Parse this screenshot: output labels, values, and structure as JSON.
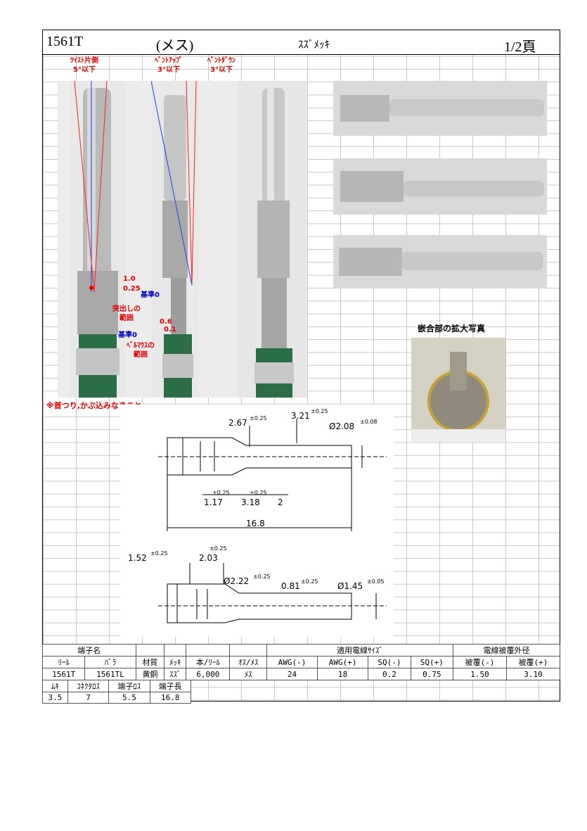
{
  "header": {
    "part_no": "1561T",
    "type": "(メス)",
    "plating": "ｽｽﾞﾒｯｷ",
    "page": "1/2頁"
  },
  "annotations": {
    "twist_label": "ﾂｲｽﾄ片側",
    "twist_value": "5°以下",
    "bend_up_label": "ﾍﾞﾝﾄｱｯﾌﾟ",
    "bend_up_value": "3°以下",
    "bend_down_label": "ﾍﾞﾝﾄﾀﾞｳﾝ",
    "bend_down_value": "3°以下",
    "dim_1_0": "1.0",
    "dim_0_25": "0.25",
    "datum_1": "基準0",
    "protrusion_label": "突出しの",
    "protrusion_label2": "範囲",
    "dim_0_6": "0.6",
    "dim_0_1": "0.1",
    "datum_2": "基準0",
    "bellmouth_label": "ﾍﾞﾙﾏｳｽの",
    "bellmouth_label2": "範囲",
    "note": "※首つり,かぶ込みなきこと",
    "closeup_title": "嵌合部の拡大写真"
  },
  "drawing": {
    "d_267": "2.67",
    "tol_025a": "±0.25",
    "d_321": "3.21",
    "tol_025b": "±0.25",
    "d_208": "Ø2.08",
    "tol_008": "±0.08",
    "tol_025c": "±0.25",
    "tol_025d": "±0.25",
    "d_117": "1.17",
    "d_318": "3.18",
    "d_2": "2",
    "d_168": "16.8",
    "d_152": "1.52",
    "tol_025e": "±0.25",
    "tol_025f": "±0.25",
    "d_203": "2.03",
    "d_222": "Ø2.22",
    "tol_025g": "±0.25",
    "d_081": "0.81",
    "tol_025h": "±0.25",
    "d_145": "Ø1.45",
    "tol_005": "±0.05"
  },
  "spec": {
    "group_name": "端子名",
    "col_reel": "ﾘｰﾙ",
    "col_bara": "ﾊﾞﾗ",
    "col_material": "材質",
    "col_plating": "ﾒｯｷ",
    "col_per_reel": "本/ﾘｰﾙ",
    "col_mf": "ｵｽ/ﾒｽ",
    "group_wire": "適用電線ｻｲｽﾞ",
    "col_awg_min": "AWG(-)",
    "col_awg_max": "AWG(+)",
    "col_sq_min": "SQ(-)",
    "col_sq_max": "SQ(+)",
    "group_insul": "電線被覆外径",
    "col_ins_min": "被覆(-)",
    "col_ins_max": "被覆(+)",
    "val_reel": "1561T",
    "val_bara": "1561TL",
    "val_material": "黄銅",
    "val_plating": "ｽｽﾞ",
    "val_per_reel": "6,000",
    "val_mf": "ﾒｽ",
    "val_awg_min": "24",
    "val_awg_max": "18",
    "val_sq_min": "0.2",
    "val_sq_max": "0.75",
    "val_ins_min": "1.50",
    "val_ins_max": "3.10",
    "col_muki": "ﾑｷ",
    "col_conn_loss": "ｺﾈｸﾀﾛｽ",
    "col_term_loss": "端子ﾛｽ",
    "col_term_len": "端子長",
    "val_muki": "3.5",
    "val_conn_loss": "7",
    "val_term_loss": "5.5",
    "val_term_len": "16.8"
  }
}
